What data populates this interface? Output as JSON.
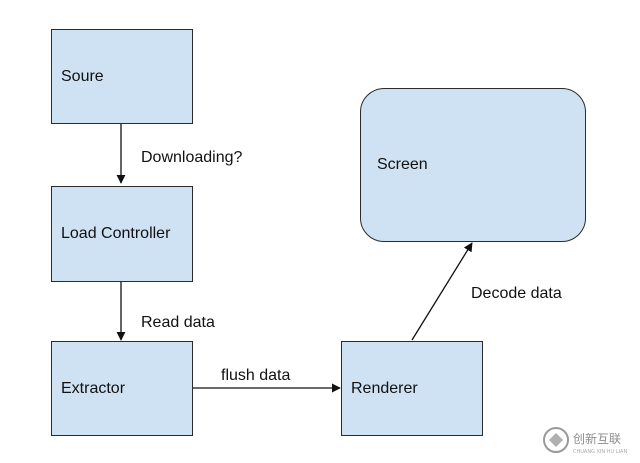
{
  "nodes": {
    "source": "Soure",
    "load_controller": "Load Controller",
    "extractor": "Extractor",
    "renderer": "Renderer",
    "screen": "Screen"
  },
  "edges": {
    "source_to_load": "Downloading?",
    "load_to_extractor": "Read data",
    "extractor_to_renderer": "flush data",
    "renderer_to_screen": "Decode data"
  },
  "watermark": {
    "logo": "创新互联",
    "sub": "CHUANG XIN HU LIAN"
  },
  "colors": {
    "node_fill": "#cfe2f3",
    "node_border": "#2b2b2b",
    "arrow": "#111111"
  }
}
